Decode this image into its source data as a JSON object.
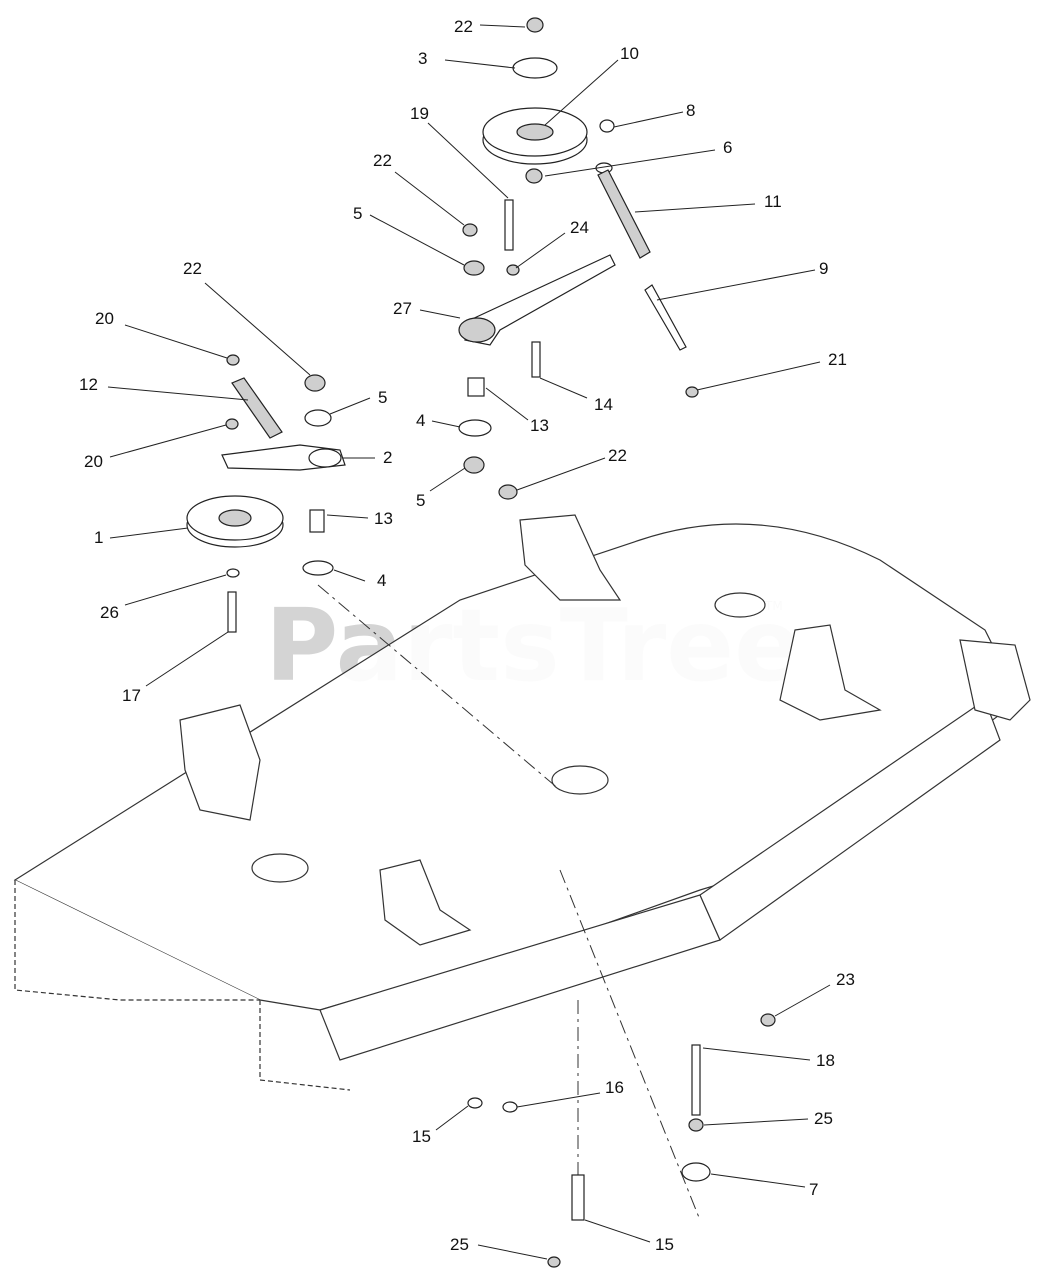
{
  "watermark": {
    "text": "PartsTree",
    "trademark": "TM"
  },
  "callouts": [
    {
      "id": "22a",
      "label": "22"
    },
    {
      "id": "3",
      "label": "3"
    },
    {
      "id": "10",
      "label": "10"
    },
    {
      "id": "19",
      "label": "19"
    },
    {
      "id": "8",
      "label": "8"
    },
    {
      "id": "22b",
      "label": "22"
    },
    {
      "id": "6",
      "label": "6"
    },
    {
      "id": "11",
      "label": "11"
    },
    {
      "id": "5a",
      "label": "5"
    },
    {
      "id": "24",
      "label": "24"
    },
    {
      "id": "22c",
      "label": "22"
    },
    {
      "id": "9",
      "label": "9"
    },
    {
      "id": "27",
      "label": "27"
    },
    {
      "id": "20a",
      "label": "20"
    },
    {
      "id": "21",
      "label": "21"
    },
    {
      "id": "12",
      "label": "12"
    },
    {
      "id": "5b",
      "label": "5"
    },
    {
      "id": "14",
      "label": "14"
    },
    {
      "id": "4a",
      "label": "4"
    },
    {
      "id": "13a",
      "label": "13"
    },
    {
      "id": "20b",
      "label": "20"
    },
    {
      "id": "2",
      "label": "2"
    },
    {
      "id": "5c",
      "label": "5"
    },
    {
      "id": "22d",
      "label": "22"
    },
    {
      "id": "1",
      "label": "1"
    },
    {
      "id": "13b",
      "label": "13"
    },
    {
      "id": "4b",
      "label": "4"
    },
    {
      "id": "26",
      "label": "26"
    },
    {
      "id": "17",
      "label": "17"
    },
    {
      "id": "23",
      "label": "23"
    },
    {
      "id": "18",
      "label": "18"
    },
    {
      "id": "16",
      "label": "16"
    },
    {
      "id": "25a",
      "label": "25"
    },
    {
      "id": "15a",
      "label": "15"
    },
    {
      "id": "7",
      "label": "7"
    },
    {
      "id": "25b",
      "label": "25"
    },
    {
      "id": "15b",
      "label": "15"
    }
  ]
}
